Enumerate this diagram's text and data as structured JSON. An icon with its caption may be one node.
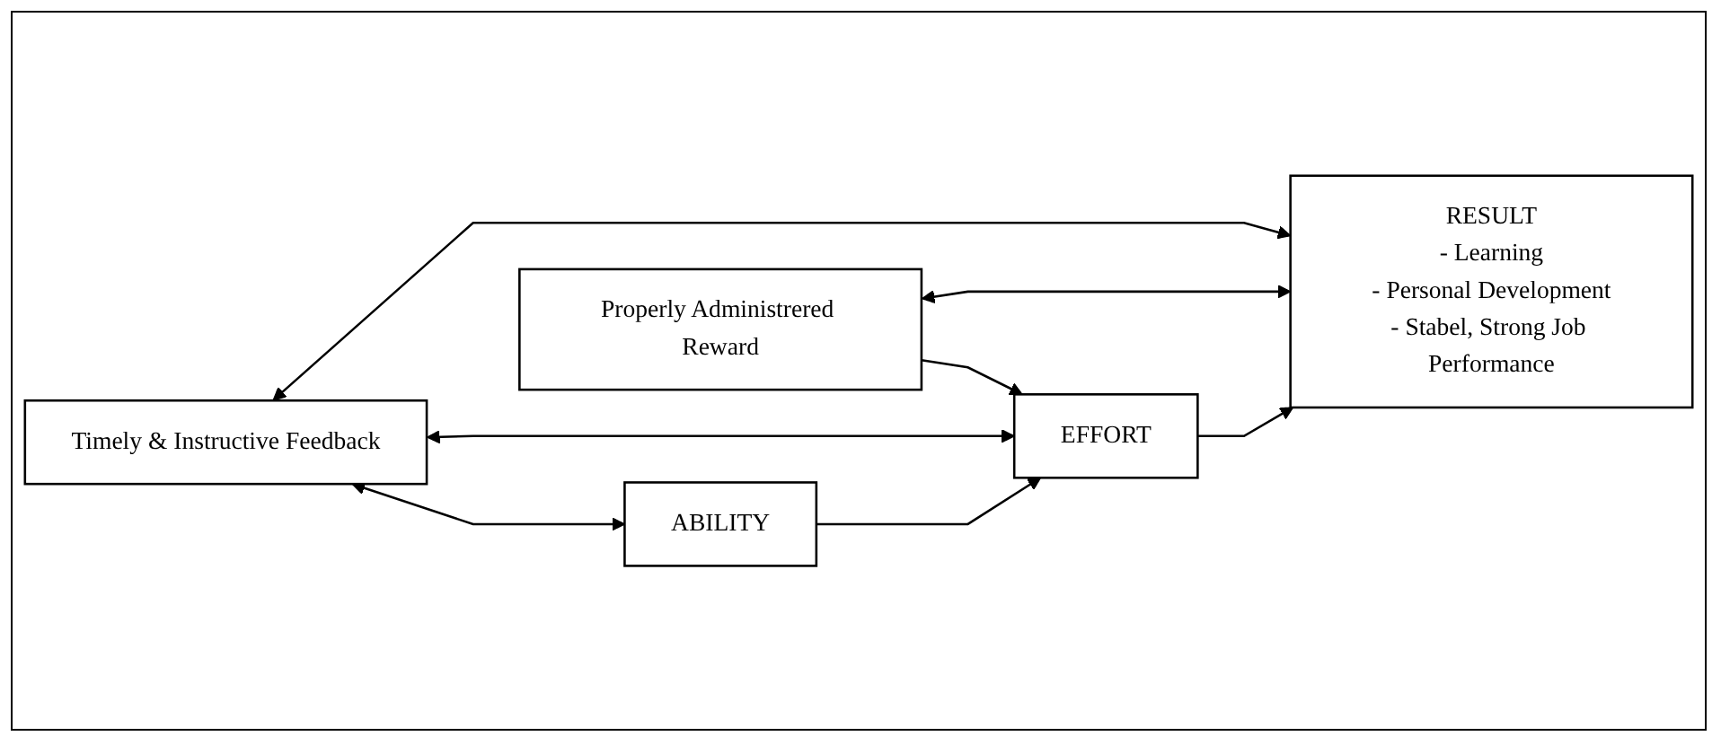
{
  "diagram": {
    "nodes": [
      {
        "text": [
          "Timely & Instructive Feedback"
        ]
      },
      {
        "text": [
          "ABILITY"
        ]
      },
      {
        "text": [
          "EFFORT"
        ]
      },
      {
        "text": [
          "RESULT",
          "- Learning",
          "- Personal Development",
          "- Stabel, Strong Job Performance"
        ]
      },
      {
        "text": [
          "Properly Administrered Reward"
        ]
      }
    ],
    "edges": [
      {
        "from": 0,
        "to": 1,
        "arrow": "both"
      },
      {
        "from": 0,
        "to": 2,
        "arrow": "both"
      },
      {
        "from": 1,
        "to": 2,
        "arrow": "to"
      },
      {
        "from": 2,
        "to": 3,
        "arrow": "to"
      },
      {
        "from": 0,
        "to": 3,
        "arrow": "both"
      },
      {
        "from": 4,
        "to": 2,
        "arrow": "to"
      },
      {
        "from": 4,
        "to": 3,
        "arrow": "both"
      }
    ]
  }
}
